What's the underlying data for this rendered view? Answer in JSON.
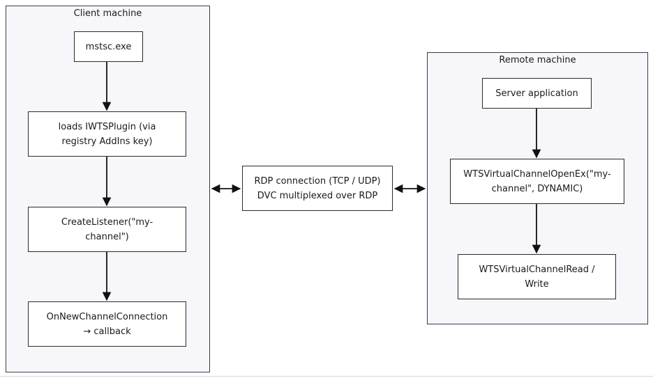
{
  "clusters": {
    "client": {
      "title": "Client machine",
      "nodes": {
        "mstsc": [
          "mstsc.exe"
        ],
        "plugin": [
          "loads IWTSPlugin (via",
          "registry AddIns key)"
        ],
        "listener": [
          "CreateListener(\"my-",
          "channel\")"
        ],
        "callback": [
          "OnNewChannelConnection",
          "→ callback"
        ]
      }
    },
    "remote": {
      "title": "Remote machine",
      "nodes": {
        "server_app": [
          "Server application"
        ],
        "open": [
          "WTSVirtualChannelOpenEx(\"my-",
          "channel\", DYNAMIC)"
        ],
        "readwrite": [
          "WTSVirtualChannelRead /",
          "Write"
        ]
      }
    }
  },
  "middle": {
    "rdp": [
      "RDP connection (TCP / UDP)",
      "DVC multiplexed over RDP"
    ]
  },
  "colors": {
    "cluster_fill": "#f7f7fb",
    "cluster_border": "#3a3a4a",
    "node_border": "#2a2a2a",
    "arrow": "#111111"
  }
}
